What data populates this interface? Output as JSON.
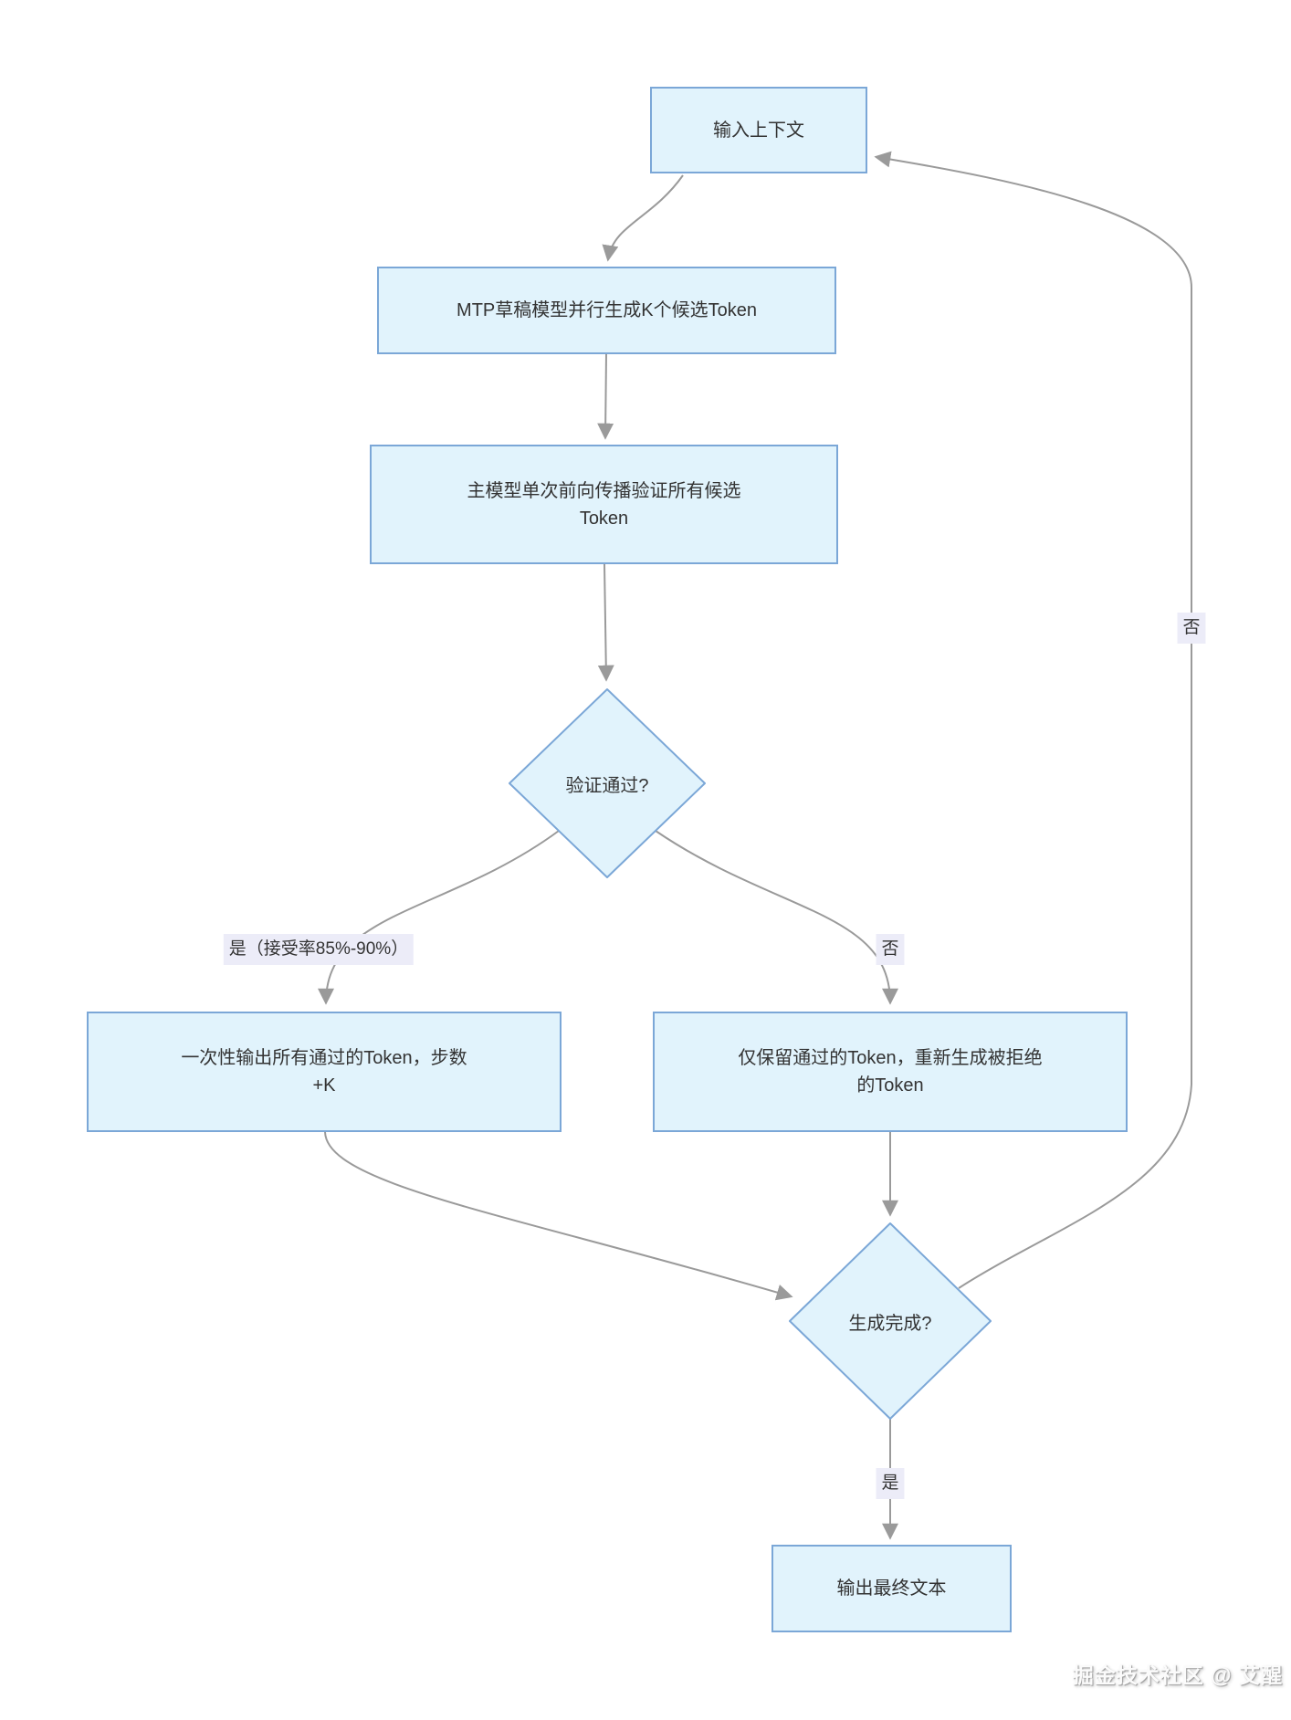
{
  "diagram": {
    "nodes": {
      "input_context": {
        "label": "输入上下文"
      },
      "draft_generate": {
        "label": "MTP草稿模型并行生成K个候选Token"
      },
      "main_verify": {
        "label": "主模型单次前向传播验证所有候选Token",
        "lines": [
          "主模型单次前向传播验证所有候选",
          "Token"
        ]
      },
      "verify_decision": {
        "label": "验证通过?"
      },
      "output_passed": {
        "label": "一次性输出所有通过的Token，步数+K",
        "lines": [
          "一次性输出所有通过的Token，步数",
          "+K"
        ]
      },
      "keep_regenerate": {
        "label": "仅保留通过的Token，重新生成被拒绝的Token",
        "lines": [
          "仅保留通过的Token，重新生成被拒绝",
          "的Token"
        ]
      },
      "done_decision": {
        "label": "生成完成?"
      },
      "final_output": {
        "label": "输出最终文本"
      }
    },
    "edge_labels": {
      "verify_yes": "是（接受率85%-90%）",
      "verify_no": "否",
      "done_no": "否",
      "done_yes": "是"
    },
    "colors": {
      "node_fill": "#E1F3FC",
      "node_border": "#7BA7D7",
      "edge_line": "#9A9A9A",
      "edge_label_bg": "#ECECF8",
      "text": "#333333"
    },
    "watermark": "掘金技术社区 @ 艾醒"
  }
}
